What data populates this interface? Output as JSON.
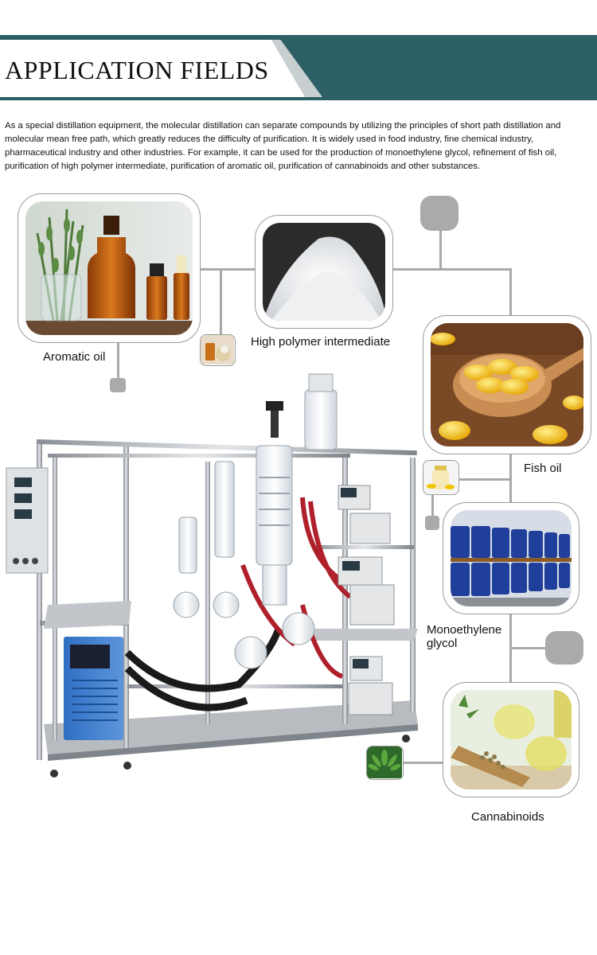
{
  "header": {
    "title": "APPLICATION FIELDS"
  },
  "intro": {
    "text": "As a special distillation equipment, the molecular distillation can separate compounds by utilizing the principles of short path distillation and molecular mean free path, which greatly reduces the difficulty of purification. It is widely used in food industry, fine chemical industry, pharmaceutical industry and other industries. For example, it can be used for the production of monoethylene glycol, refinement of fish oil, purification of high polymer intermediate, purification of aromatic oil, purification of cannabinoids and other substances."
  },
  "applications": {
    "aromatic_oil": "Aromatic oil",
    "high_polymer": "High polymer intermediate",
    "fish_oil": "Fish oil",
    "monoethylene_line1": "Monoethylene",
    "monoethylene_line2": "glycol",
    "cannabinoids": "Cannabinoids"
  },
  "colors": {
    "banner": "#2d6066",
    "connector": "#a9a9a9",
    "frame_border": "#9a9a9a"
  }
}
